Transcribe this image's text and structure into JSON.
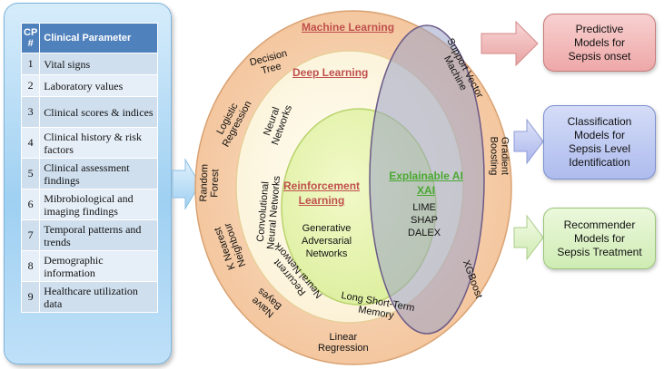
{
  "table": {
    "header_num": "CP\n#",
    "header_param": "Clinical Parameter",
    "rows": [
      {
        "num": "1",
        "param": "Vital signs"
      },
      {
        "num": "2",
        "param": "Laboratory values"
      },
      {
        "num": "3",
        "param": "Clinical scores & indices"
      },
      {
        "num": "4",
        "param": "Clinical history & risk factors"
      },
      {
        "num": "5",
        "param": "Clinical assessment findings"
      },
      {
        "num": "6",
        "param": "Mibrobiological and imaging findings"
      },
      {
        "num": "7",
        "param": "Temporal patterns and trends"
      },
      {
        "num": "8",
        "param": "Demographic information"
      },
      {
        "num": "9",
        "param": "Healthcare utilization data"
      }
    ]
  },
  "machine_learning": {
    "title": "Machine Learning",
    "methods": {
      "decision_tree": "Decision\nTree",
      "logistic_regression": "Logistic\nRegression",
      "random_forest": "Random\nForest",
      "knn": "K Nearest\nNeighbour",
      "naive_bayes": "Naive\nBayes",
      "linear_regression": "Linear\nRegression",
      "xgboost": "XGBoost",
      "gradient_boosting": "Gradient\nBoosting",
      "svm": "Support Vector\nMachine"
    }
  },
  "deep_learning": {
    "title": "Deep Learning",
    "methods": {
      "neural_networks": "Neural\nNetworks",
      "cnn": "Convolutional\nNeural Networks",
      "rnn": "Recurrent\nNeural Network",
      "lstm": "Long Short-Term\nMemory"
    }
  },
  "reinforcement_learning": {
    "title": "Reinforcement\nLearning",
    "gan": "Generative\nAdversarial\nNetworks"
  },
  "xai": {
    "title": "Explainable AI\nXAI",
    "methods": "LIME\nSHAP\nDALEX"
  },
  "outputs": {
    "predictive": "Predictive\nModels for\nSepsis onset",
    "classification": "Classification\nModels for\nSepsis Level\nIdentification",
    "recommender": "Recommender\nModels for\nSepsis Treatment"
  },
  "colors": {
    "ml_title": "#c0504d",
    "dl_title": "#c0504d",
    "rl_title": "#c0504d",
    "xai_title": "#4aa832",
    "predictive_fill": "#f2b7b7",
    "classification_fill": "#b8c6f0",
    "recommender_fill": "#d7f0c2"
  }
}
